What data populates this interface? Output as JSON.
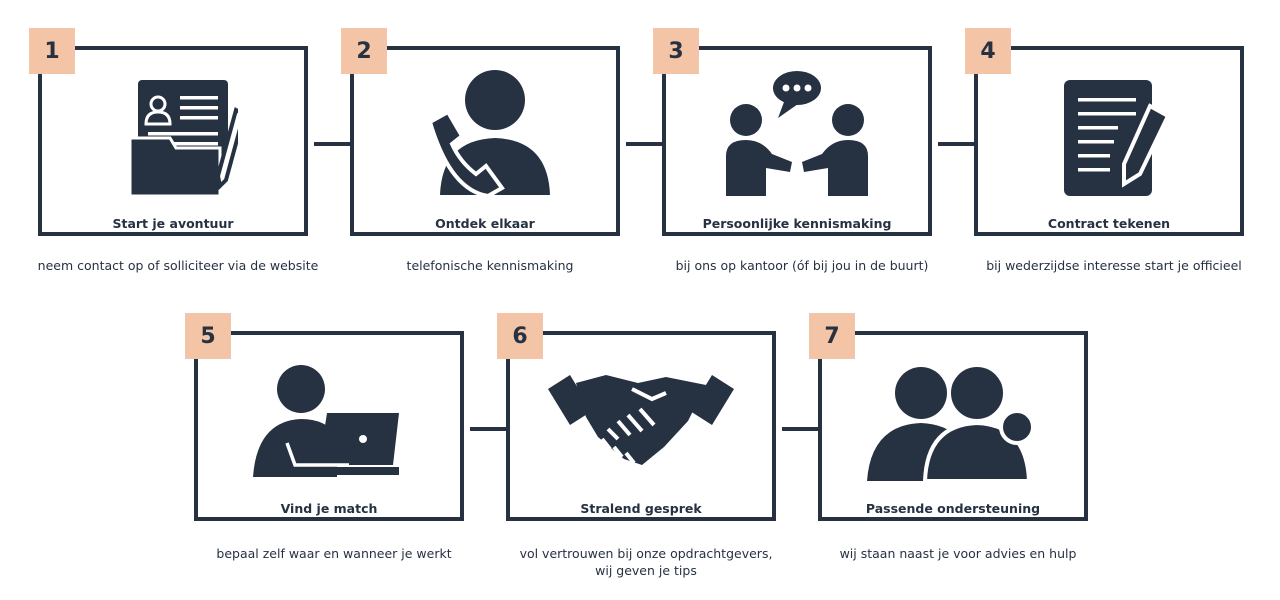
{
  "colors": {
    "ink": "#263142",
    "badge": "#f4c4a6"
  },
  "steps": [
    {
      "number": "1",
      "title": "Start je avontuur",
      "icon": "application-folder-icon",
      "desc": [
        "neem contact op of solliciteer via de website"
      ]
    },
    {
      "number": "2",
      "title": "Ontdek elkaar",
      "icon": "phone-call-person-icon",
      "desc": [
        "telefonische kennismaking"
      ]
    },
    {
      "number": "3",
      "title": "Persoonlijke kennismaking",
      "icon": "meeting-people-icon",
      "desc": [
        "bij ons op kantoor (óf bij jou in de buurt)"
      ]
    },
    {
      "number": "4",
      "title": "Contract tekenen",
      "icon": "contract-pen-icon",
      "desc": [
        "bij wederzijdse interesse start je officieel"
      ]
    },
    {
      "number": "5",
      "title": "Vind je match",
      "icon": "person-laptop-icon",
      "desc": [
        "bepaal zelf waar en wanneer je werkt"
      ]
    },
    {
      "number": "6",
      "title": "Stralend gesprek",
      "icon": "handshake-icon",
      "desc": [
        "vol vertrouwen bij onze opdrachtgevers,",
        "wij geven je tips"
      ]
    },
    {
      "number": "7",
      "title": "Passende ondersteuning",
      "icon": "support-people-icon",
      "desc": [
        "wij staan naast je voor advies en hulp"
      ]
    }
  ]
}
